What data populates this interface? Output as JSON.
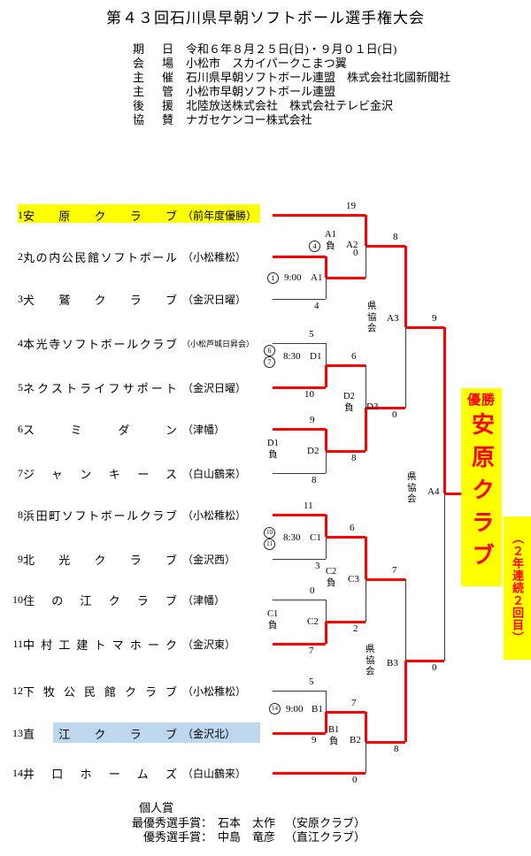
{
  "title": "第４３回石川県早朝ソフトボール選手権大会",
  "info": [
    {
      "label": "期　日",
      "value": "令和６年８月２５日(日)・９月０１日(日)"
    },
    {
      "label": "会　場",
      "value": "小松市　スカイパークこまつ翼"
    },
    {
      "label": "主　催",
      "value": "石川県早朝ソフトボール連盟　株式会社北國新聞社"
    },
    {
      "label": "主　管",
      "value": "小松市早朝ソフトボール連盟"
    },
    {
      "label": "後　援",
      "value": "北陸放送株式会社　株式会社テレビ金沢"
    },
    {
      "label": "協　賛",
      "value": "ナガセケンコー株式会社"
    }
  ],
  "teams": [
    {
      "no": "1",
      "name": "安原クラブ",
      "league": "（前年度優勝）",
      "highlight": "yellow"
    },
    {
      "no": "2",
      "name": "丸の内公民館ソフトボール",
      "league": "（小松稚松）"
    },
    {
      "no": "3",
      "name": "犬鷲クラブ",
      "league": "（金沢日曜）"
    },
    {
      "no": "4",
      "name": "本光寺ソフトボールクラブ",
      "league": "（小松芦城日昇会）",
      "league_small": true
    },
    {
      "no": "5",
      "name": "ネクストライフサポート",
      "league": "（金沢日曜）"
    },
    {
      "no": "6",
      "name": "スミダン",
      "league": "（津幡）"
    },
    {
      "no": "7",
      "name": "ジャンキース",
      "league": "（白山鶴来）"
    },
    {
      "no": "8",
      "name": "浜田町ソフトボールクラブ",
      "league": "（小松稚松）"
    },
    {
      "no": "9",
      "name": "北光クラブ",
      "league": "（金沢西）"
    },
    {
      "no": "10",
      "name": "住の江クラブ",
      "league": "（津幡）"
    },
    {
      "no": "11",
      "name": "中村工建トマホーク",
      "league": "（金沢東）"
    },
    {
      "no": "12",
      "name": "下牧公民館クラブ",
      "league": "（小松稚松）"
    },
    {
      "no": "13",
      "name": "直江クラブ",
      "league": "（金沢北）",
      "highlight": "blue"
    },
    {
      "no": "14",
      "name": "井口ホームズ",
      "league": "（白山鶴来）"
    }
  ],
  "scores": {
    "a1_top": "4",
    "a1_top_circled": true,
    "a1_bottom": "4",
    "a2_top": "19",
    "a2_bottom": "0",
    "d1_top": "5",
    "d1_bottom": "10",
    "d2_top": "9",
    "d2_bottom": "8",
    "d3_top": "6",
    "d3_bottom": "8",
    "a3_top": "8",
    "a3_bottom": "0",
    "c1_top": "11",
    "c1_bottom": "3",
    "c2_top": "0",
    "c2_bottom": "7",
    "c3_top": "6",
    "c3_bottom": "2",
    "b1_top": "5",
    "b1_bottom": "9",
    "b2_top": "7",
    "b2_bottom": "0",
    "b3_top": "7",
    "b3_bottom": "8",
    "a4_top": "9",
    "a4_bottom": "0"
  },
  "games": [
    {
      "id": "a1",
      "nums": [
        "1"
      ],
      "time": "9:00",
      "name": "A1"
    },
    {
      "id": "d1",
      "nums": [
        "6",
        "7"
      ],
      "time": "8:30",
      "name": "D1"
    },
    {
      "id": "c1",
      "nums": [
        "10",
        "11"
      ],
      "time": "8:30",
      "name": "C1"
    },
    {
      "id": "b1",
      "nums": [
        "14"
      ],
      "time": "9:00",
      "name": "B1"
    }
  ],
  "rounds": [
    {
      "id": "a2",
      "ref": "A1\n負",
      "name": "A2"
    },
    {
      "id": "d2",
      "ref": "D1\n負",
      "name": "D2"
    },
    {
      "id": "c2",
      "ref": "C1\n負",
      "name": "C2"
    },
    {
      "id": "d3",
      "ref": "D2\n負",
      "name": "D3"
    },
    {
      "id": "c3",
      "ref": "C2\n負",
      "name": "C3"
    },
    {
      "id": "b2",
      "ref": "B1\n負",
      "name": "B2"
    },
    {
      "id": "a3",
      "ref": "県\n協\n会",
      "name": "A3"
    },
    {
      "id": "b3",
      "ref": "県\n協\n会",
      "name": "B3"
    },
    {
      "id": "a4",
      "ref": "県\n協\n会",
      "name": "A4"
    }
  ],
  "champion": {
    "caption": "優勝",
    "name": "安原クラブ",
    "note": "（２年連続２回目）"
  },
  "awards": {
    "heading": "個人賞",
    "rows": [
      {
        "label": "最優秀選手賞：",
        "name": "石本　太作",
        "club": "（安原クラブ）"
      },
      {
        "label": "優秀選手賞：",
        "name": "中島　竜彦",
        "club": "（直江クラブ）"
      }
    ]
  },
  "colors": {
    "winner_line": "#ff0000",
    "loser_line": "#3a3a3a",
    "highlight_yellow": "#ffff00",
    "highlight_blue": "#bdd7ee",
    "champion_text": "#ff0000"
  }
}
